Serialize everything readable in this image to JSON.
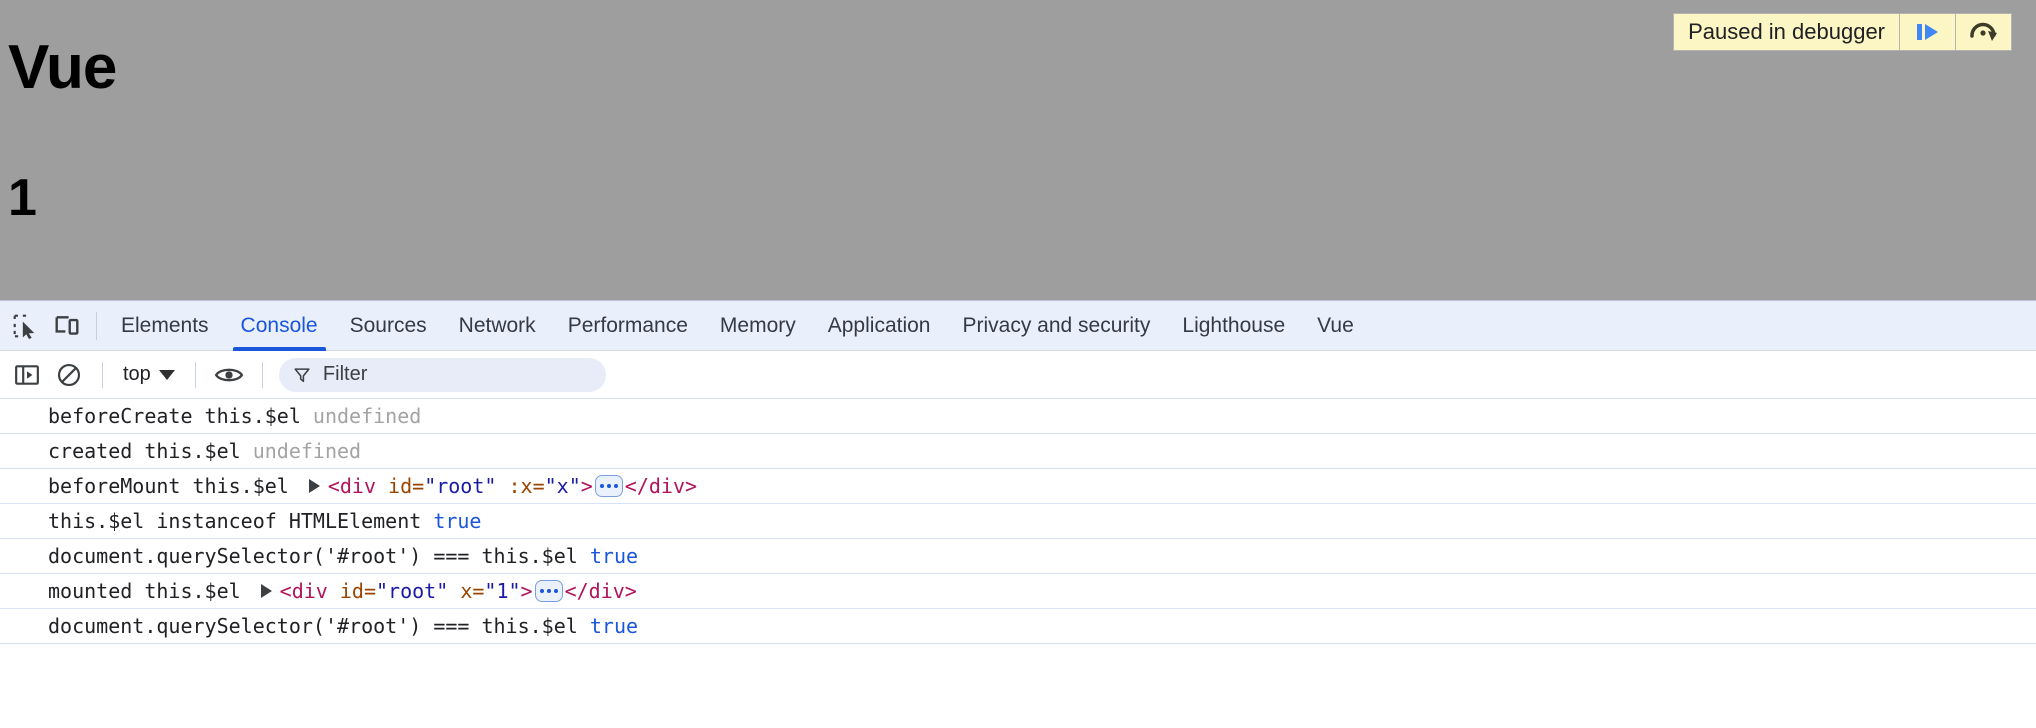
{
  "page": {
    "title": "Vue",
    "counter": "1",
    "background_color": "#9e9e9e"
  },
  "paused_banner": {
    "label": "Paused in debugger",
    "resume_icon": "resume-script-execution-icon",
    "step_over_icon": "step-over-next-function-call-icon",
    "background_color": "#fcf6c4"
  },
  "devtools": {
    "inspect_icon": "inspect-element-icon",
    "device_toolbar_icon": "toggle-device-toolbar-icon",
    "active_tab": "Console",
    "accent_color": "#1a56db",
    "tabs": [
      {
        "label": "Elements",
        "active": false
      },
      {
        "label": "Console",
        "active": true
      },
      {
        "label": "Sources",
        "active": false
      },
      {
        "label": "Network",
        "active": false
      },
      {
        "label": "Performance",
        "active": false
      },
      {
        "label": "Memory",
        "active": false
      },
      {
        "label": "Application",
        "active": false
      },
      {
        "label": "Privacy and security",
        "active": false
      },
      {
        "label": "Lighthouse",
        "active": false
      },
      {
        "label": "Vue",
        "active": false
      }
    ]
  },
  "console_toolbar": {
    "sidebar_icon": "show-console-sidebar-icon",
    "clear_icon": "clear-console-icon",
    "context_value": "top",
    "context_caret_icon": "chevron-down-icon",
    "eye_icon": "create-live-expression-eye-icon",
    "filter_icon": "filter-funnel-icon",
    "filter_value": "",
    "filter_placeholder": "Filter"
  },
  "console_messages": [
    {
      "id": "msg-before-create",
      "tokens": [
        {
          "type": "plain",
          "text": "beforeCreate this.$el "
        },
        {
          "type": "dim",
          "text": "undefined"
        }
      ]
    },
    {
      "id": "msg-created",
      "tokens": [
        {
          "type": "plain",
          "text": "created this.$el "
        },
        {
          "type": "dim",
          "text": "undefined"
        }
      ]
    },
    {
      "id": "msg-before-mount",
      "tokens": [
        {
          "type": "plain",
          "text": "beforeMount this.$el"
        },
        {
          "type": "disclosure",
          "text": ""
        },
        {
          "type": "punct",
          "text": "<"
        },
        {
          "type": "tagname",
          "text": "div"
        },
        {
          "type": "plain-space",
          "text": " "
        },
        {
          "type": "attr",
          "text": "id"
        },
        {
          "type": "attr",
          "text": "="
        },
        {
          "type": "value",
          "text": "\"root\""
        },
        {
          "type": "plain-space",
          "text": " "
        },
        {
          "type": "attr",
          "text": ":x"
        },
        {
          "type": "attr",
          "text": "="
        },
        {
          "type": "value",
          "text": "\"x\""
        },
        {
          "type": "punct",
          "text": ">"
        },
        {
          "type": "ellipsis",
          "text": ""
        },
        {
          "type": "punct",
          "text": "</"
        },
        {
          "type": "tagname",
          "text": "div"
        },
        {
          "type": "punct",
          "text": ">"
        }
      ]
    },
    {
      "id": "msg-instanceof",
      "tokens": [
        {
          "type": "plain",
          "text": "this.$el instanceof HTMLElement "
        },
        {
          "type": "bool",
          "text": "true"
        }
      ]
    },
    {
      "id": "msg-queryselector-1",
      "tokens": [
        {
          "type": "plain",
          "text": "document.querySelector('#root') === this.$el "
        },
        {
          "type": "bool",
          "text": "true"
        }
      ]
    },
    {
      "id": "msg-mounted",
      "tokens": [
        {
          "type": "plain",
          "text": "mounted this.$el"
        },
        {
          "type": "disclosure",
          "text": ""
        },
        {
          "type": "punct",
          "text": "<"
        },
        {
          "type": "tagname",
          "text": "div"
        },
        {
          "type": "plain-space",
          "text": " "
        },
        {
          "type": "attr",
          "text": "id"
        },
        {
          "type": "attr",
          "text": "="
        },
        {
          "type": "value",
          "text": "\"root\""
        },
        {
          "type": "plain-space",
          "text": " "
        },
        {
          "type": "attr",
          "text": "x"
        },
        {
          "type": "attr",
          "text": "="
        },
        {
          "type": "value",
          "text": "\"1\""
        },
        {
          "type": "punct",
          "text": ">"
        },
        {
          "type": "ellipsis",
          "text": ""
        },
        {
          "type": "punct",
          "text": "</"
        },
        {
          "type": "tagname",
          "text": "div"
        },
        {
          "type": "punct",
          "text": ">"
        }
      ]
    },
    {
      "id": "msg-queryselector-2",
      "tokens": [
        {
          "type": "plain",
          "text": "document.querySelector('#root') === this.$el "
        },
        {
          "type": "bool",
          "text": "true"
        }
      ]
    }
  ]
}
